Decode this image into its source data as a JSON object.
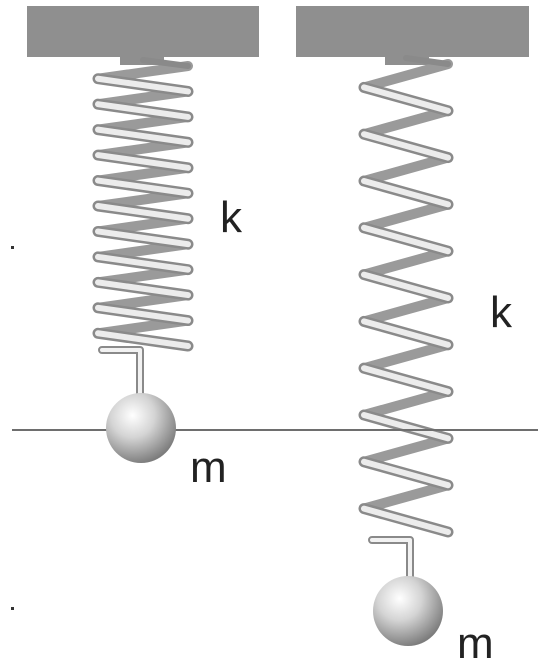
{
  "labels": {
    "left_spring_constant": "k",
    "left_mass": "m",
    "right_spring_constant": "k",
    "right_mass": "m"
  },
  "colors": {
    "ceiling": "#8f8f8f",
    "spring_back_coil": "#9a9a9a",
    "spring_front_coil": "#ececec",
    "coil_outline": "#8a8a8a",
    "reference_line": "#6e6e6e",
    "mass": "#b5b5b5"
  }
}
